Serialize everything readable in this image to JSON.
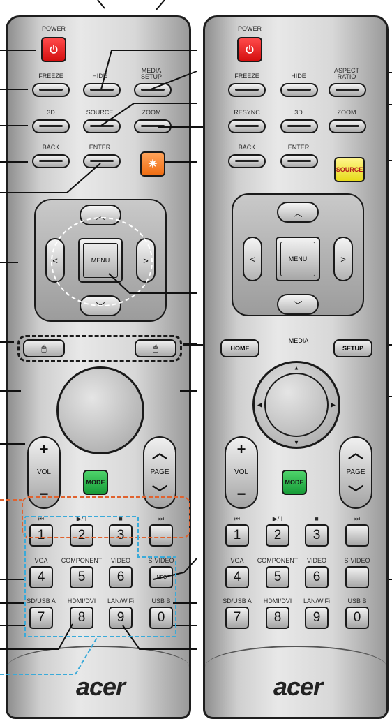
{
  "left_remote": {
    "power_label": "POWER",
    "freeze_label": "FREEZE",
    "hide_label": "HIDE",
    "media_setup_label": "MEDIA SETUP",
    "three_d_label": "3D",
    "source_label": "SOURCE",
    "zoom_label": "ZOOM",
    "back_label": "BACK",
    "enter_label": "ENTER",
    "menu_label": "MENU",
    "vol_label": "VOL",
    "page_label": "PAGE",
    "mode_label": "MODE",
    "info_label": "INFO",
    "transport_labels": [
      "⏮",
      "▶/II",
      "■",
      "⏭"
    ],
    "numbers": [
      "1",
      "2",
      "3",
      "4",
      "5",
      "6",
      "7",
      "8",
      "9",
      "0"
    ],
    "num_labels": {
      "vga": "VGA",
      "component": "COMPONENT",
      "video": "VIDEO",
      "svideo": "S-VIDEO",
      "sd_usb_a": "SD/USB A",
      "hdmi_dvi": "HDMI/DVI",
      "lan_wifi": "LAN/WiFi",
      "usb_b": "USB B"
    },
    "logo": "acer"
  },
  "right_remote": {
    "power_label": "POWER",
    "freeze_label": "FREEZE",
    "hide_label": "HIDE",
    "aspect_ratio_label": "ASPECT RATIO",
    "resync_label": "RESYNC",
    "three_d_label": "3D",
    "zoom_label": "ZOOM",
    "back_label": "BACK",
    "enter_label": "ENTER",
    "source_label": "SOURCE",
    "menu_label": "MENU",
    "home_label": "HOME",
    "media_label": "MEDIA",
    "setup_label": "SETUP",
    "vol_label": "VOL",
    "page_label": "PAGE",
    "mode_label": "MODE",
    "transport_labels": [
      "⏮",
      "▶/II",
      "■",
      "⏭"
    ],
    "numbers": [
      "1",
      "2",
      "3",
      "4",
      "5",
      "6",
      "7",
      "8",
      "9",
      "0"
    ],
    "num_labels": {
      "vga": "VGA",
      "component": "COMPONENT",
      "video": "VIDEO",
      "svideo": "S-VIDEO",
      "sd_usb_a": "SD/USB A",
      "hdmi_dvi": "HDMI/DVI",
      "lan_wifi": "LAN/WiFi",
      "usb_b": "USB B"
    },
    "logo": "acer"
  },
  "colors": {
    "power": "#e11b1b",
    "laser": "#f27a1a",
    "source": "#f3e32b",
    "mode": "#2dbb4f",
    "callout_dash_red": "#e0622e",
    "callout_dash_blue": "#3aaad9"
  }
}
